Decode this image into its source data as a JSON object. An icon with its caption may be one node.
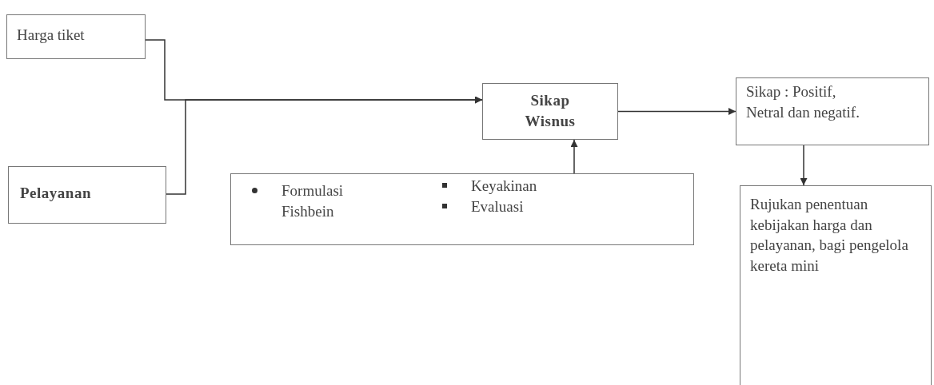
{
  "diagram": {
    "nodes": [
      {
        "text": [
          "Harga tiket"
        ]
      },
      {
        "text": [
          "Pelayanan"
        ]
      },
      {
        "text": [
          "Sikap Wisnus"
        ]
      },
      {
        "text": [
          "Formulasi Fishbein",
          "Keyakinan",
          "Evaluasi"
        ]
      },
      {
        "text": [
          "Sikap : Positif, Netral dan negatif."
        ]
      },
      {
        "text": [
          "Rujukan penentuan kebijakan harga dan pelayanan, bagi pengelola kereta mini"
        ]
      }
    ],
    "edges": [
      {
        "from": 0,
        "to": 2,
        "arrow": "to"
      },
      {
        "from": 1,
        "to": 2,
        "arrow": "to"
      },
      {
        "from": 3,
        "to": 2,
        "arrow": "to"
      },
      {
        "from": 2,
        "to": 4,
        "arrow": "to"
      },
      {
        "from": 4,
        "to": 5,
        "arrow": "to"
      }
    ]
  }
}
